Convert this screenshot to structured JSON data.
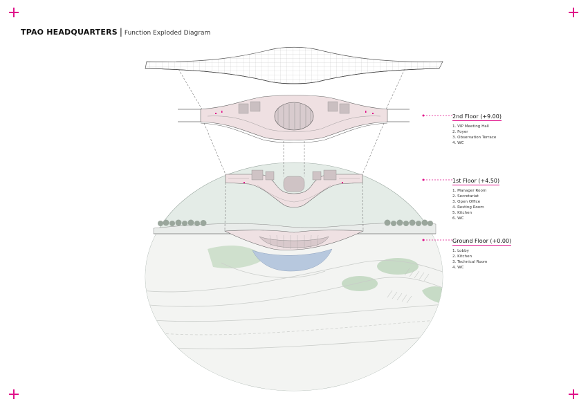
{
  "header": {
    "title": "TPAO HEADQUARTERS",
    "separator": "|",
    "subtitle": "Function Exploded Diagram"
  },
  "floors": [
    {
      "title": "2nd Floor (+9.00)",
      "items": [
        "1. VIP Meeting Hall",
        "2. Foyer",
        "3. Observation Terrace",
        "4. WC"
      ]
    },
    {
      "title": "1st Floor (+4.50)",
      "items": [
        "1. Manager Room",
        "2. Secretariat",
        "3. Open Office",
        "4. Resting Room",
        "5. Kitchen",
        "6. WC"
      ]
    },
    {
      "title": "Ground Floor (+0.00)",
      "items": [
        "1. Lobby",
        "2. Kitchen",
        "3. Technical Room",
        "4. WC"
      ]
    }
  ],
  "colors": {
    "accent": "#e0118a",
    "floor_slab": "#efe0e2",
    "site_dome": "#e3ebe6",
    "green_area": "#c9dcc8",
    "water": "#b7c7dd",
    "line": "#555555"
  }
}
